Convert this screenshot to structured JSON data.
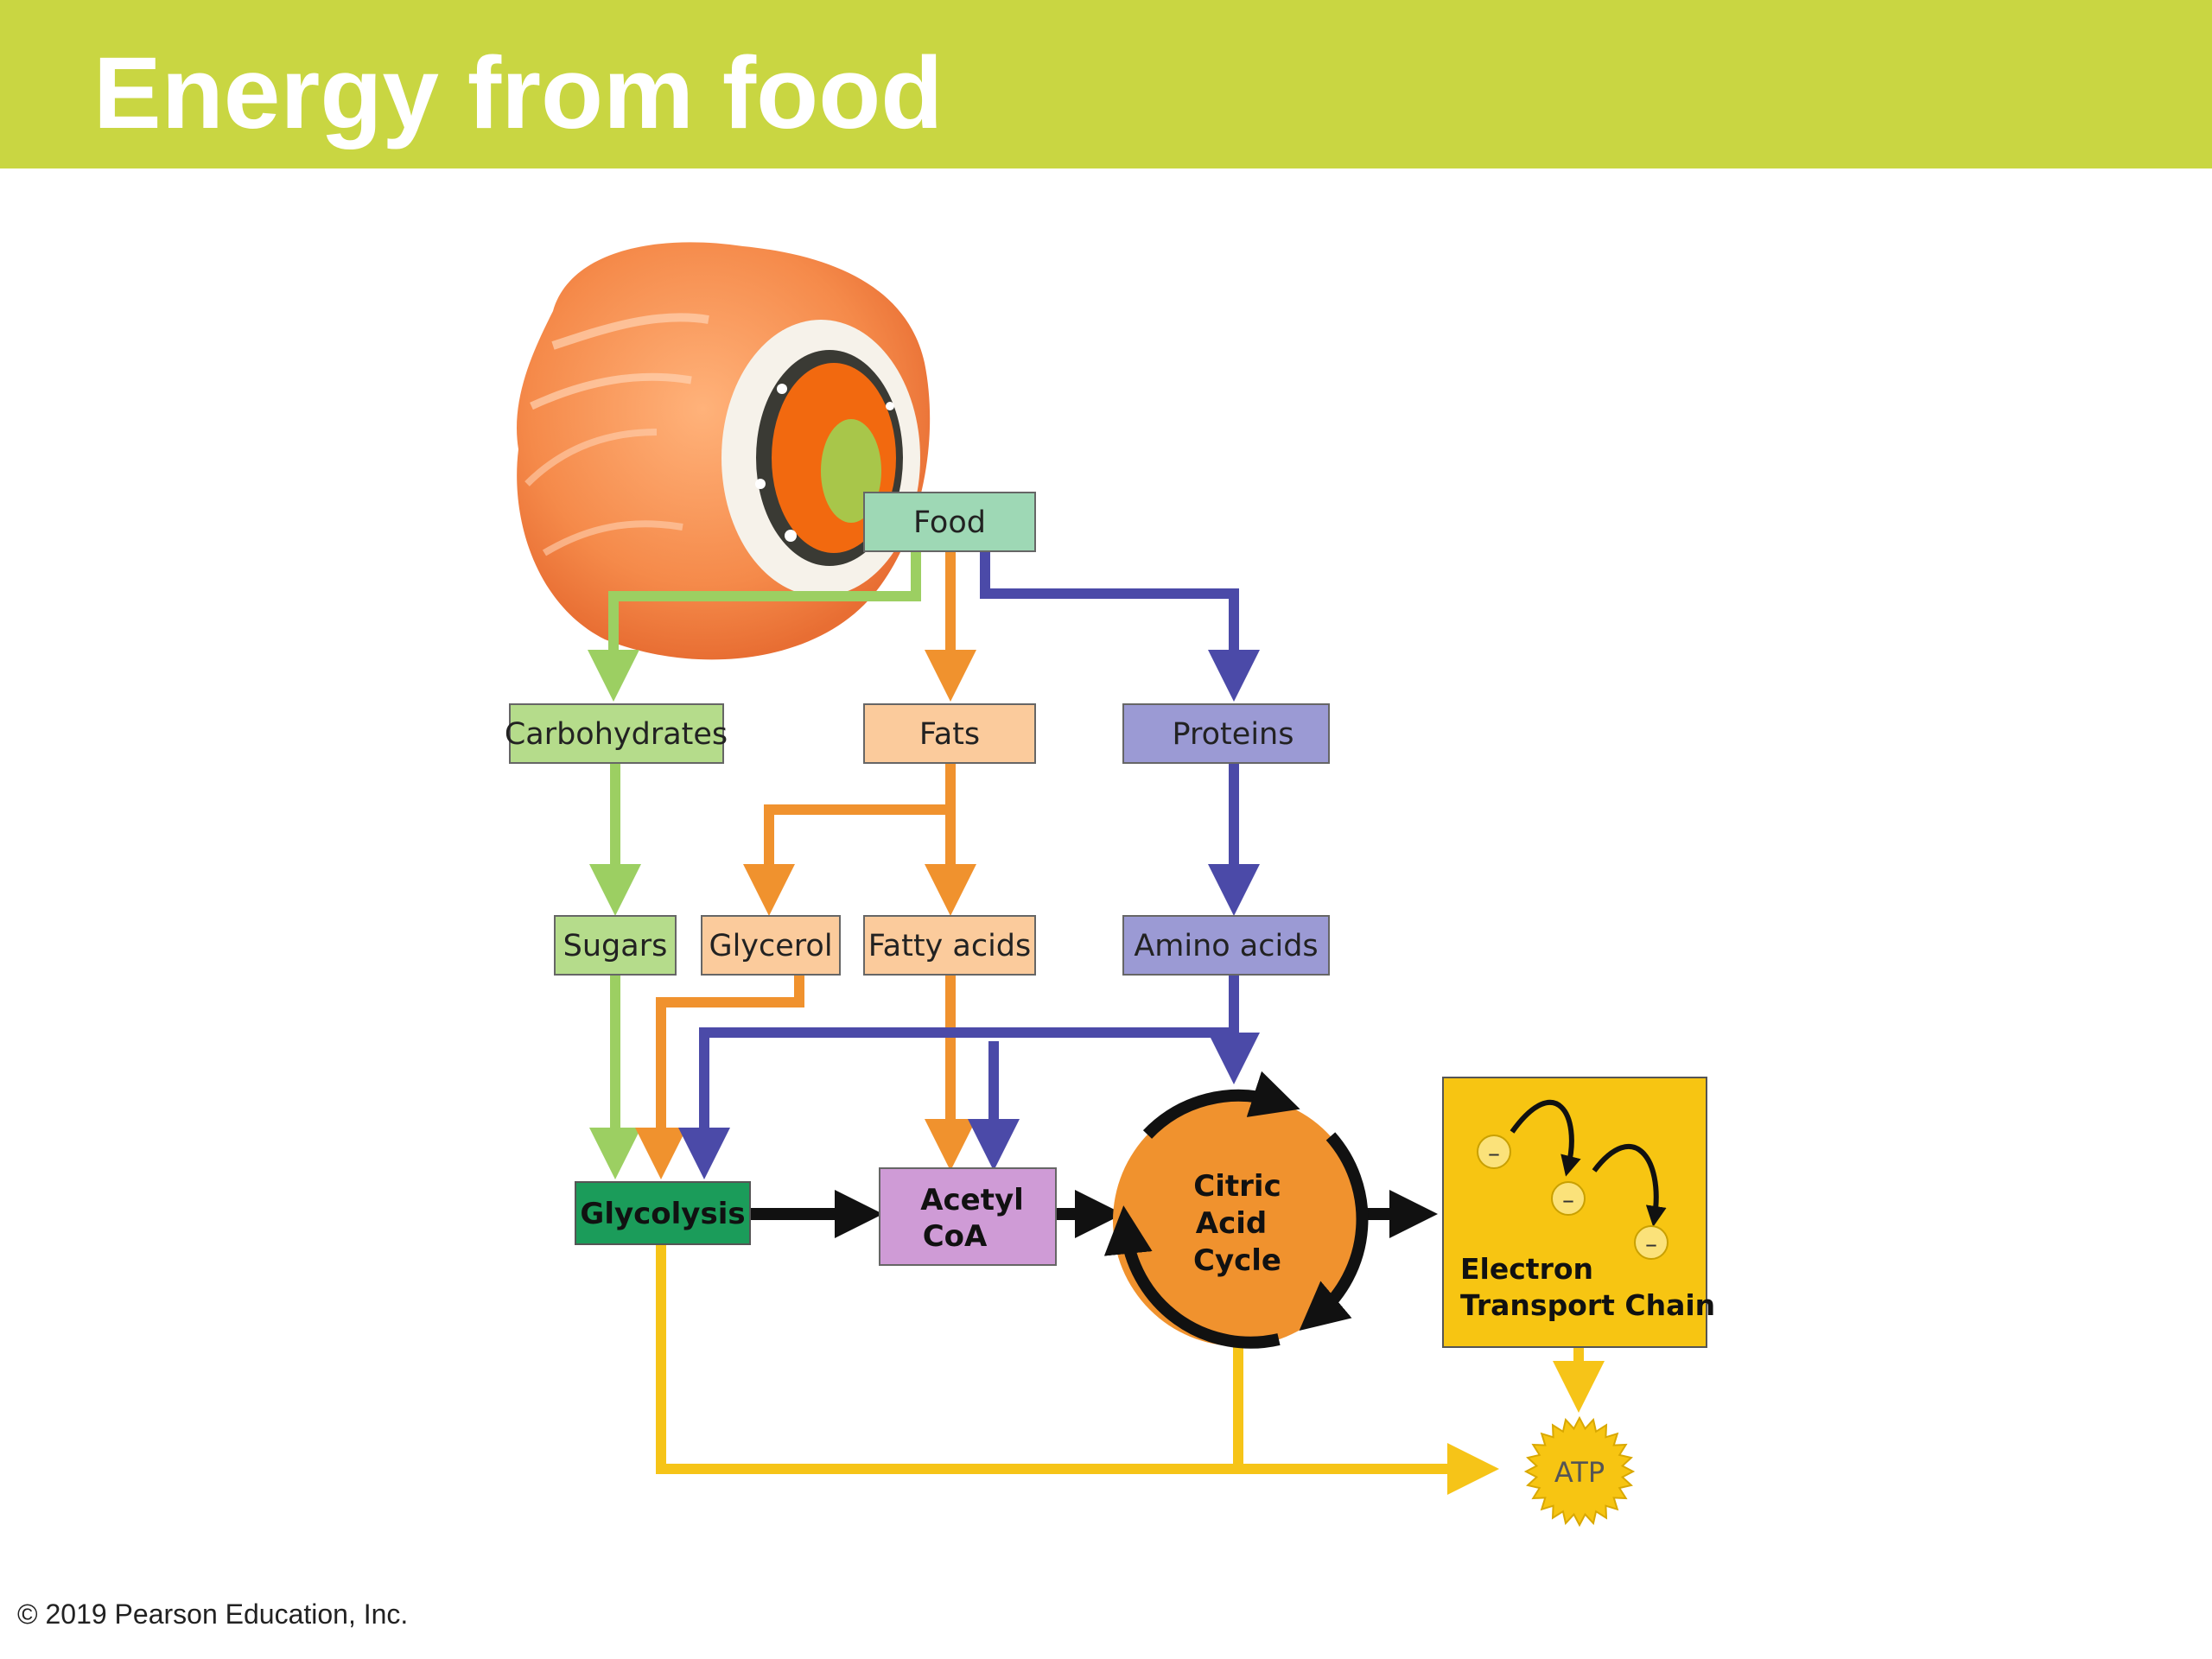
{
  "slide": {
    "title": "Energy from food",
    "copyright": "© 2019 Pearson Education, Inc."
  },
  "diagram": {
    "nodes": {
      "food": "Food",
      "carbohydrates": "Carbohydrates",
      "fats": "Fats",
      "proteins": "Proteins",
      "sugars": "Sugars",
      "glycerol": "Glycerol",
      "fatty_acids": "Fatty acids",
      "amino_acids": "Amino acids",
      "glycolysis": "Glycolysis",
      "acetyl_line1": "Acetyl",
      "acetyl_line2": "CoA",
      "citric_line1": "Citric",
      "citric_line2": "Acid",
      "citric_line3": "Cycle",
      "etc_line1": "Electron",
      "etc_line2": "Transport Chain",
      "atp": "ATP",
      "electron_symbol": "–"
    },
    "colors": {
      "header": "#c9d642",
      "carb_path": "#9ccf62",
      "fat_path": "#f0922e",
      "protein_path": "#4b4aa8",
      "energy_path": "#f6c418",
      "main_flow": "#111111",
      "food_box": "#9ed8b5",
      "carb_box": "#b5dc8b",
      "fat_box": "#fbcb9c",
      "protein_box": "#9b9ad4",
      "glycolysis_box": "#1b9c5a",
      "acetyl_box": "#cf9bd6",
      "citric_cycle": "#f0922e",
      "etc_box": "#f7c512",
      "atp_burst": "#f7c512"
    },
    "illustration": "salmon-sushi-roll"
  }
}
